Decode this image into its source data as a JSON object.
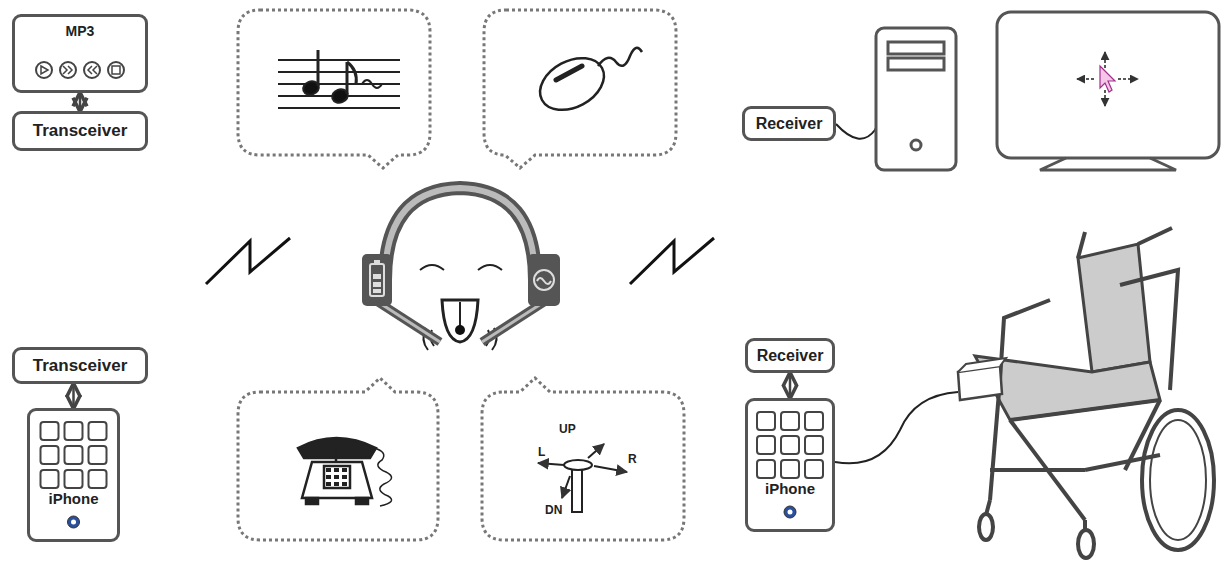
{
  "diagram": {
    "nodes": [
      {
        "text": [
          "MP3"
        ]
      },
      {
        "text": [
          "Transceiver"
        ]
      },
      {
        "text": [
          "Transceiver"
        ]
      },
      {
        "text": [
          "iPhone"
        ]
      },
      {
        "text": [
          "Receiver"
        ]
      },
      {
        "text": [
          "Receiver"
        ]
      },
      {
        "text": [
          "iPhone"
        ]
      }
    ],
    "edges": [
      {
        "from": 0,
        "to": 1,
        "arrow": "both"
      },
      {
        "from": 2,
        "to": 3,
        "arrow": "both"
      },
      {
        "from": 5,
        "to": 6,
        "arrow": "both"
      }
    ],
    "labels": [
      "UP",
      "L",
      "R",
      "DN"
    ]
  }
}
